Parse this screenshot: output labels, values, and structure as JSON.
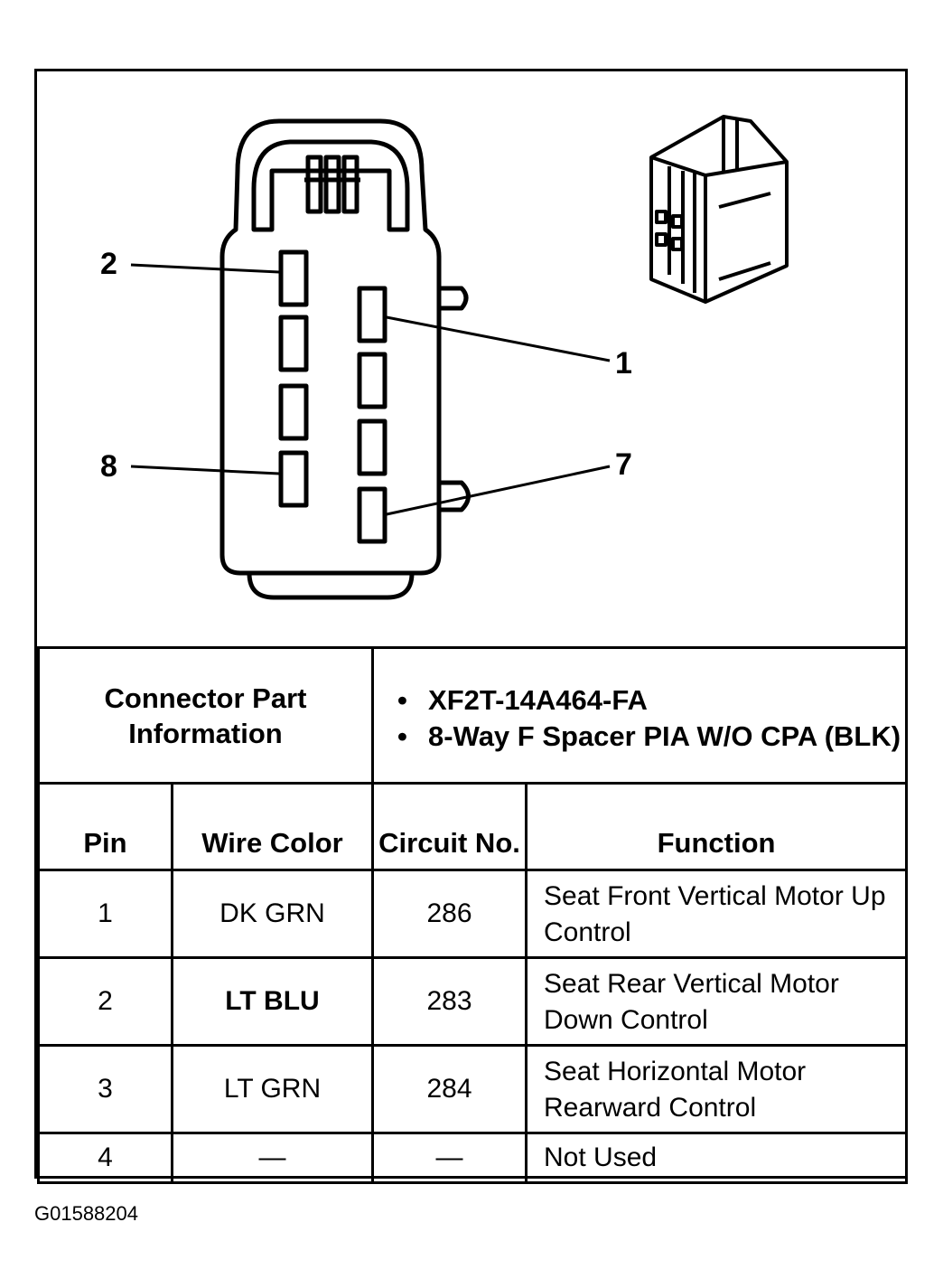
{
  "diagram": {
    "pin_labels": [
      {
        "pin": "2"
      },
      {
        "pin": "1"
      },
      {
        "pin": "8"
      },
      {
        "pin": "7"
      }
    ]
  },
  "connector_info": {
    "label": "Connector Part Information",
    "parts": [
      "XF2T-14A464-FA",
      "8-Way F Spacer PIA W/O CPA (BLK)"
    ]
  },
  "table": {
    "headers": {
      "pin": "Pin",
      "wire_color": "Wire Color",
      "circuit": "Circuit No.",
      "function": "Function"
    },
    "rows": [
      {
        "pin": "1",
        "wire_color": "DK GRN",
        "circuit": "286",
        "function": "Seat Front Vertical Motor Up Control"
      },
      {
        "pin": "2",
        "wire_color": "LT BLU",
        "circuit": "283",
        "function": "Seat Rear Vertical Motor Down Control"
      },
      {
        "pin": "3",
        "wire_color": "LT GRN",
        "circuit": "284",
        "function": "Seat Horizontal Motor Rearward Control"
      },
      {
        "pin": "4",
        "wire_color": "—",
        "circuit": "—",
        "function": "Not Used"
      }
    ]
  },
  "caption": "G01588204"
}
